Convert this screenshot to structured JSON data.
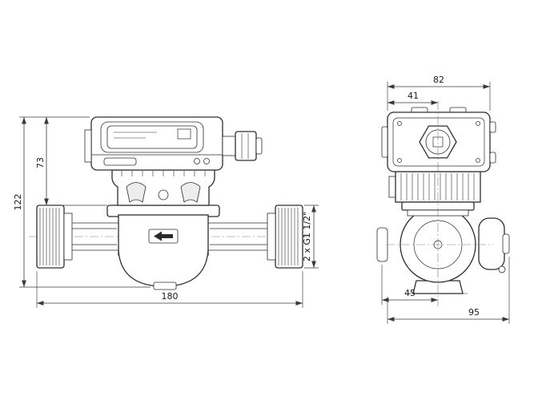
{
  "drawing": {
    "kind": "technical-dimension-drawing",
    "subject": "circulator pump, front and side views",
    "units_note": "",
    "line_color": "#2d2d2d",
    "background": "#ffffff"
  },
  "dims": {
    "front": {
      "total_height": "122",
      "head_height": "73",
      "port_to_port": "180",
      "connections": "2 x G1 1/2\""
    },
    "side": {
      "width": "82",
      "half_width": "41",
      "axis_to_front": "45",
      "depth": "95"
    }
  }
}
